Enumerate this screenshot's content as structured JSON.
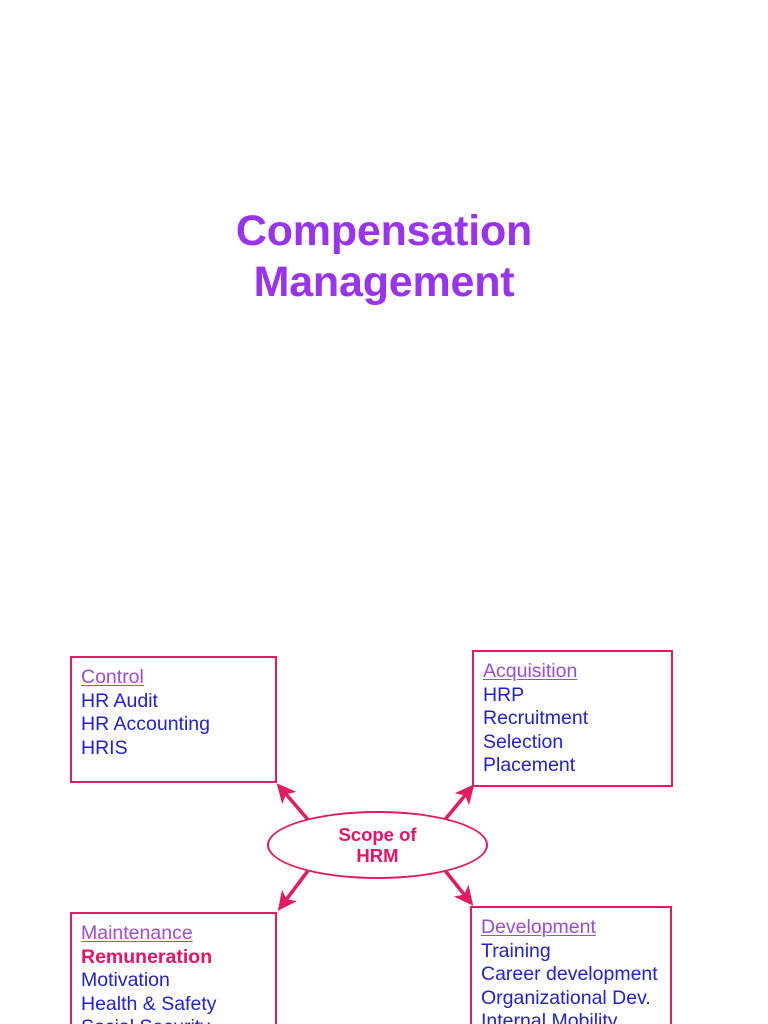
{
  "slide": {
    "background_color": "#ffffff",
    "title": {
      "lines": [
        "Compensation",
        "Management"
      ],
      "color": "#9933ee"
    }
  },
  "diagram": {
    "type": "hub-and-spoke",
    "center": {
      "label_line1": "Scope of",
      "label_line2": "HRM",
      "shape": "ellipse",
      "color": "#ed1164",
      "border_color": "#e31b65"
    },
    "box_border_color": "#e31b65",
    "heading_color": "#9b4dd8",
    "item_color": "#2222cc",
    "highlight_color": "#ed1164",
    "nodes": [
      {
        "id": "control",
        "heading": "Control",
        "items": [
          {
            "label": "HR Audit",
            "highlighted": false
          },
          {
            "label": "HR Accounting",
            "highlighted": false
          },
          {
            "label": "HRIS",
            "highlighted": false
          }
        ]
      },
      {
        "id": "acquisition",
        "heading": "Acquisition",
        "items": [
          {
            "label": "HRP",
            "highlighted": false
          },
          {
            "label": "Recruitment",
            "highlighted": false
          },
          {
            "label": "Selection",
            "highlighted": false
          },
          {
            "label": "Placement",
            "highlighted": false
          }
        ]
      },
      {
        "id": "maintenance",
        "heading": "Maintenance",
        "items": [
          {
            "label": "Remuneration",
            "highlighted": true
          },
          {
            "label": "Motivation",
            "highlighted": false
          },
          {
            "label": "Health & Safety",
            "highlighted": false
          },
          {
            "label": "Social Security",
            "highlighted": false
          }
        ]
      },
      {
        "id": "development",
        "heading": "Development",
        "items": [
          {
            "label": "Training",
            "highlighted": false
          },
          {
            "label": "Career development",
            "highlighted": false
          },
          {
            "label": "Organizational Dev.",
            "highlighted": false
          },
          {
            "label": "Internal Mobility",
            "highlighted": false
          }
        ]
      }
    ]
  }
}
